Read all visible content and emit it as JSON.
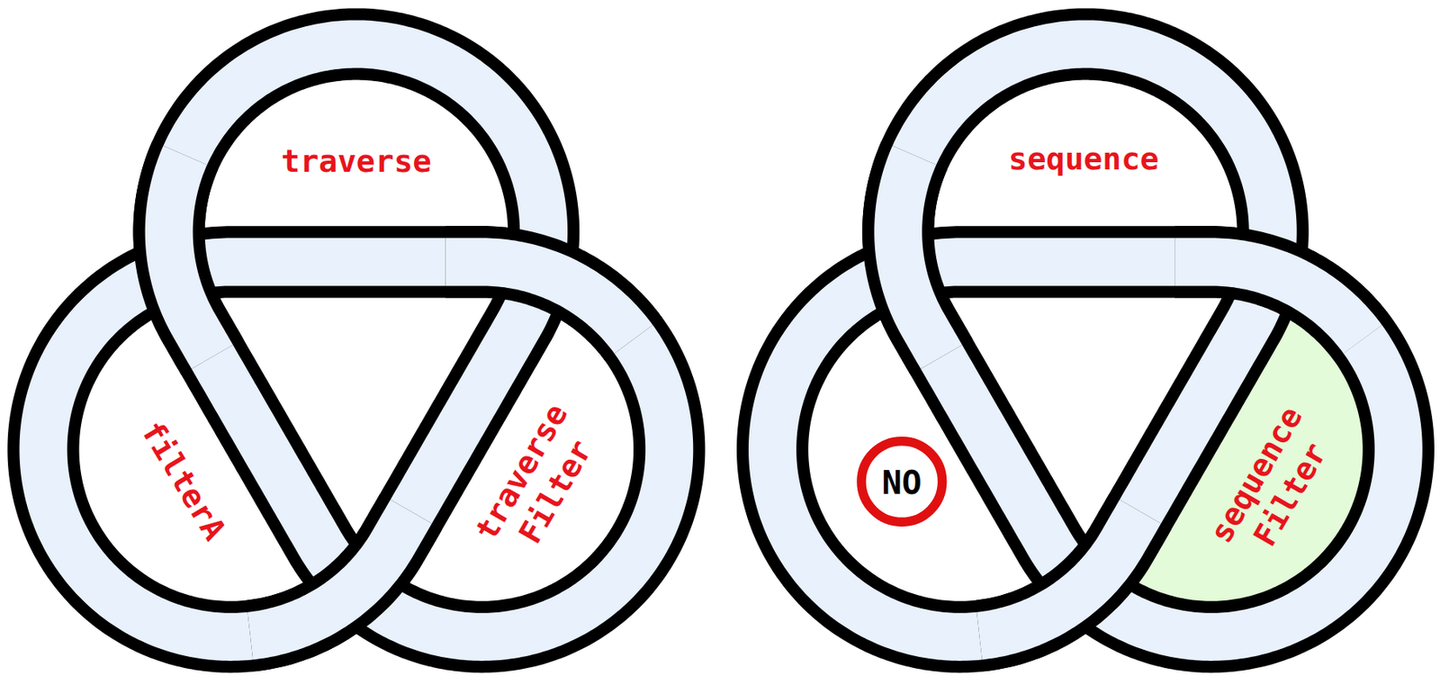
{
  "diagram": {
    "nodes": [
      {
        "text": [
          "NO"
        ]
      }
    ],
    "labels": [
      "traverse",
      "sequence",
      "filterA",
      "traverse Filter",
      "sequence Filter"
    ]
  }
}
